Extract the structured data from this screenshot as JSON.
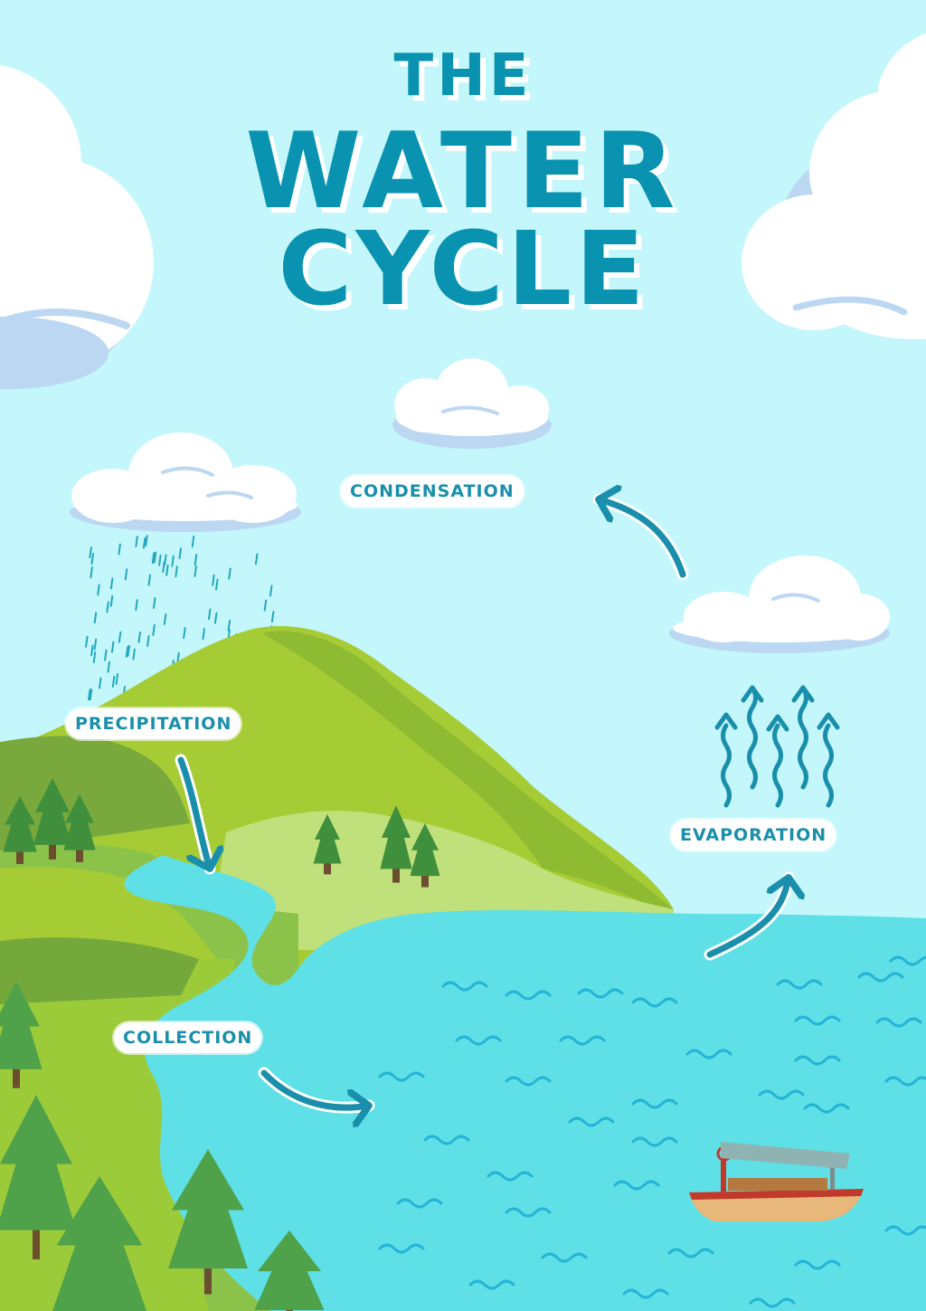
{
  "title": {
    "line1": "THE",
    "line2": "WATER",
    "line3": "CYCLE"
  },
  "stages": {
    "condensation": "CONDENSATION",
    "precipitation": "PRECIPITATION",
    "evaporation": "EVAPORATION",
    "collection": "COLLECTION"
  },
  "colors": {
    "sky": "#c3f7fb",
    "title": "#0a93b1",
    "water": "#5ee0e6",
    "wave": "#25b4d6",
    "hill_light": "#a6cc35",
    "hill_dark": "#74a83a",
    "tree": "#3f8f3c",
    "arrow": "#1a8fab",
    "cloud": "#ffffff",
    "cloud_shade": "#bcd7f2"
  }
}
